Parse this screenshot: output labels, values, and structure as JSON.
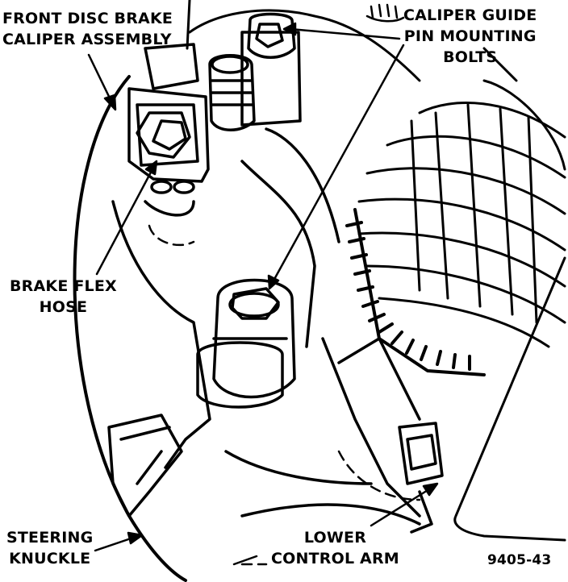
{
  "labels": {
    "caliper_assembly": [
      "FRONT DISC BRAKE",
      "CALIPER ASSEMBLY"
    ],
    "guide_pin_bolts": [
      "CALIPER GUIDE",
      "PIN MOUNTING",
      "BOLTS"
    ],
    "brake_flex_hose": [
      "BRAKE FLEX",
      "HOSE"
    ],
    "steering_knuckle": [
      "STEERING",
      "KNUCKLE"
    ],
    "lower_control_arm": [
      "LOWER",
      "CONTROL ARM"
    ]
  },
  "figure_number": "9405-43",
  "colors": {
    "ink": "#000000",
    "paper": "#ffffff"
  }
}
